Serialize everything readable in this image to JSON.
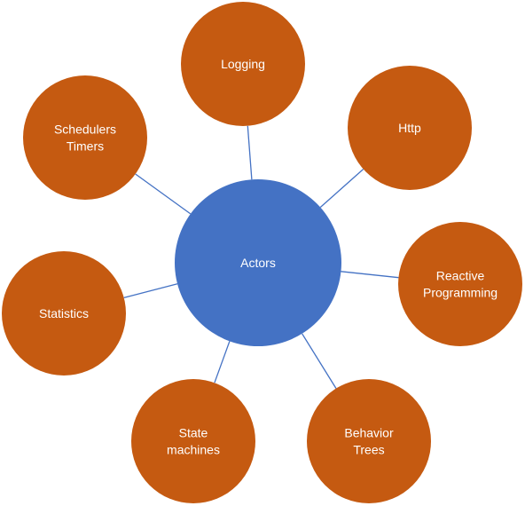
{
  "center": {
    "label": "Actors",
    "color": "#4472C4"
  },
  "satellite_color": "#C55A11",
  "connector_color": "#4472C4",
  "satellites": [
    {
      "id": "logging",
      "lines": [
        "Logging"
      ]
    },
    {
      "id": "http",
      "lines": [
        "Http"
      ]
    },
    {
      "id": "reactive-programming",
      "lines": [
        "Reactive",
        "Programming"
      ]
    },
    {
      "id": "behavior-trees",
      "lines": [
        "Behavior",
        "Trees"
      ]
    },
    {
      "id": "state-machines",
      "lines": [
        "State",
        "machines"
      ]
    },
    {
      "id": "statistics",
      "lines": [
        "Statistics"
      ]
    },
    {
      "id": "schedulers-timers",
      "lines": [
        "Schedulers",
        "Timers"
      ]
    }
  ]
}
